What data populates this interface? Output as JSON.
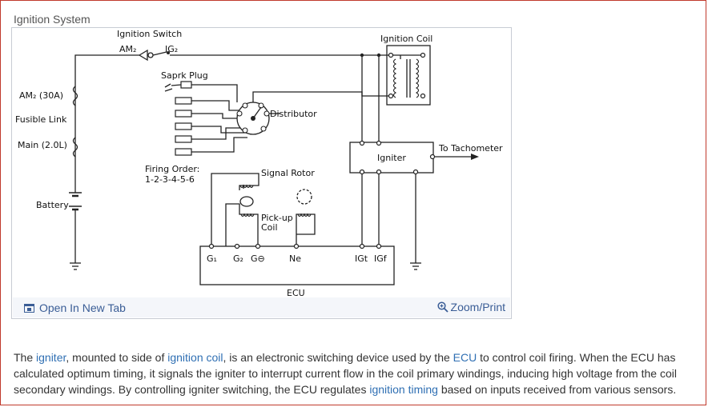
{
  "section_title": "Ignition System",
  "figure": {
    "labels": {
      "ignition_switch": "Ignition Switch",
      "am2": "AM₂",
      "ig2": "IG₂",
      "ignition_coil": "Ignition Coil",
      "spark_plug": "Saprk Plug",
      "am2_fuse": "AM₂ (30A)",
      "fusible_link": "Fusible Link",
      "main_fuse": "Main (2.0L)",
      "distributor": "Distributor",
      "battery": "Battery",
      "firing_order_title": "Firing Order:",
      "firing_order_value": "1-2-3-4-5-6",
      "signal_rotor": "Signal Rotor",
      "pickup_coil_1": "Pick-up",
      "pickup_coil_2": "Coil",
      "igniter": "Igniter",
      "to_tachometer": "To Tachometer",
      "g1": "G₁",
      "g2": "G₂",
      "g_minus": "G⊖",
      "ne": "Ne",
      "igt": "IGt",
      "igf": "IGf",
      "ecu": "ECU"
    },
    "open_tab_label": "Open In New Tab",
    "zoom_label": "Zoom/Print",
    "icons": {
      "open_tab": "open-tab-icon",
      "zoom": "magnifier-icon"
    },
    "accent_color": "#3a5d96"
  },
  "caption": {
    "t1": "The ",
    "link_igniter": "igniter",
    "t2": ", mounted to side of ",
    "link_ignition_coil": "ignition coil",
    "t3": ", is an electronic switching device used by the ",
    "link_ecu": "ECU",
    "t4": " to control coil firing. When the ECU has calculated optimum timing, it signals the igniter to interrupt current flow in the coil primary windings, inducing high voltage from the coil secondary windings. By controlling igniter switching, the ECU regulates ",
    "link_ignition_timing": "ignition timing",
    "t5": " based on inputs received from various sensors."
  }
}
